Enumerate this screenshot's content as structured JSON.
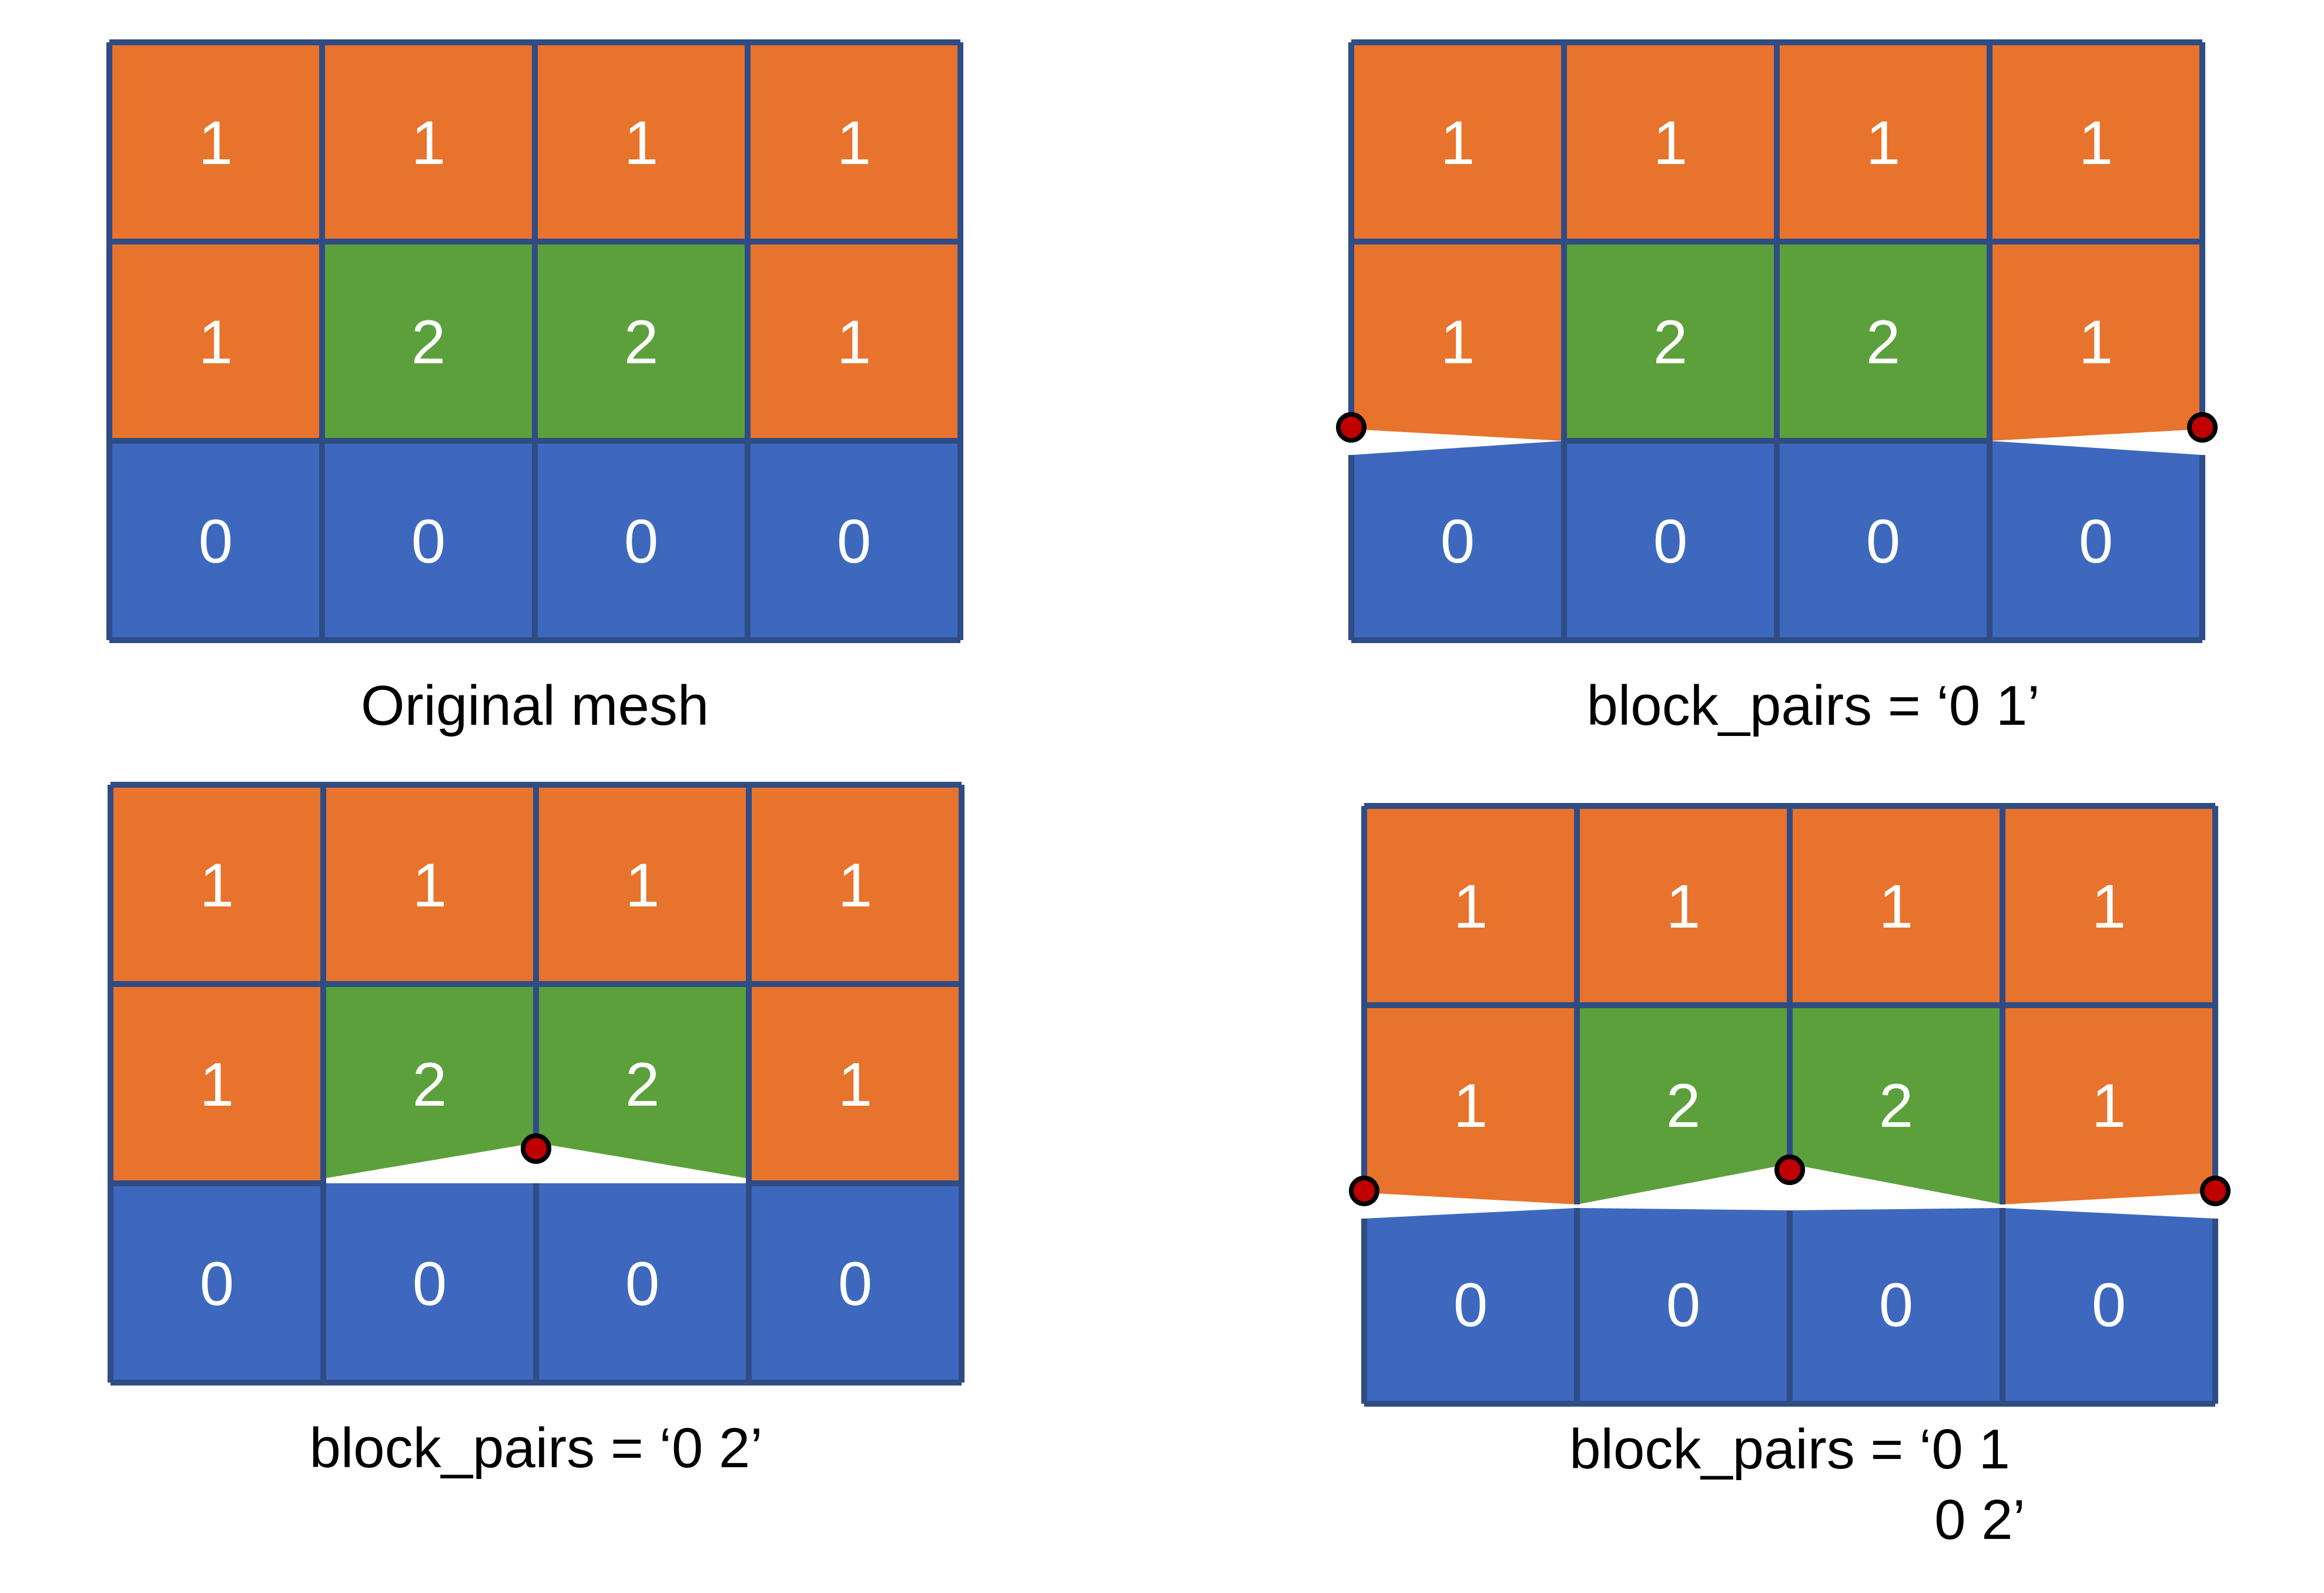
{
  "figure": {
    "background": "#FFFFFF",
    "colors": {
      "grid_line": "#2F4C85",
      "cell_text": "#FFFFFF",
      "caption_text": "#000000",
      "split_node_fill": "#C00000",
      "split_node_outline": "#000000",
      "block_fill_by_value": {
        "0": "#3D68BE",
        "1": "#E8732C",
        "2": "#5CA03C"
      }
    },
    "panels": [
      {
        "id": "original",
        "caption_lines": [
          "Original mesh"
        ],
        "grid_values": [
          [
            1,
            1,
            1,
            1
          ],
          [
            1,
            2,
            2,
            1
          ],
          [
            0,
            0,
            0,
            0
          ]
        ],
        "split_pairs": [],
        "split_nodes": []
      },
      {
        "id": "block-pairs-0-1",
        "caption_lines": [
          "block_pairs = ‘0 1’"
        ],
        "grid_values": [
          [
            1,
            1,
            1,
            1
          ],
          [
            1,
            2,
            2,
            1
          ],
          [
            0,
            0,
            0,
            0
          ]
        ],
        "split_pairs": [
          "0 1"
        ],
        "split_nodes": [
          "left",
          "right"
        ]
      },
      {
        "id": "block-pairs-0-2",
        "caption_lines": [
          "block_pairs = ‘0 2’"
        ],
        "grid_values": [
          [
            1,
            1,
            1,
            1
          ],
          [
            1,
            2,
            2,
            1
          ],
          [
            0,
            0,
            0,
            0
          ]
        ],
        "split_pairs": [
          "0 2"
        ],
        "split_nodes": [
          "center"
        ]
      },
      {
        "id": "block-pairs-0-1-0-2",
        "caption_lines": [
          "block_pairs = ‘0 1",
          "0 2’"
        ],
        "grid_values": [
          [
            1,
            1,
            1,
            1
          ],
          [
            1,
            2,
            2,
            1
          ],
          [
            0,
            0,
            0,
            0
          ]
        ],
        "split_pairs": [
          "0 1",
          "0 2"
        ],
        "split_nodes": [
          "left",
          "center",
          "right"
        ]
      }
    ]
  }
}
